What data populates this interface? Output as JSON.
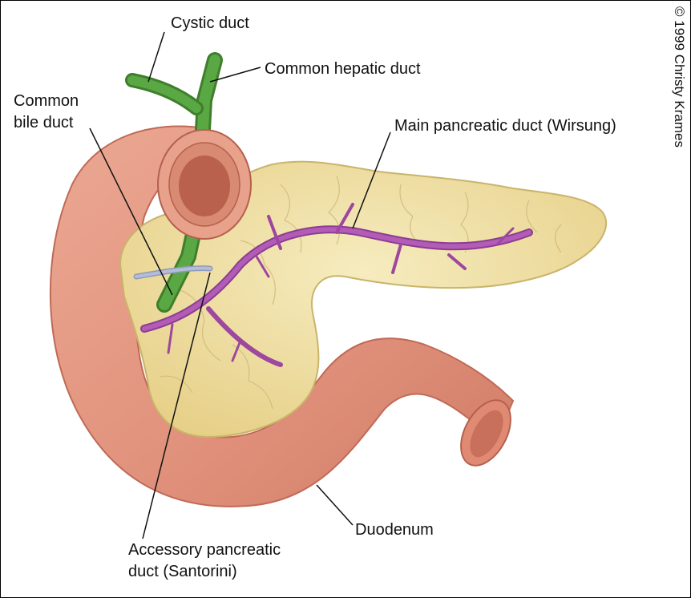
{
  "labels": {
    "cystic_duct": "Cystic duct",
    "common_hepatic_duct": "Common hepatic duct",
    "common_bile_duct_line1": "Common",
    "common_bile_duct_line2": "bile duct",
    "main_pancreatic_duct": "Main pancreatic duct (Wirsung)",
    "duodenum": "Duodenum",
    "accessory_duct_line1": "Accessory pancreatic",
    "accessory_duct_line2": "duct (Santorini)"
  },
  "copyright": "© 1999 Christy Krames",
  "colors": {
    "duodenum": "#e59a82",
    "duodenum_dark": "#c9705c",
    "pancreas": "#f1e1a6",
    "pancreas_edge": "#c9b46a",
    "duct_purple": "#a24ea6",
    "bile_green": "#4f9a3a",
    "accessory_duct": "#a7b2cf"
  }
}
